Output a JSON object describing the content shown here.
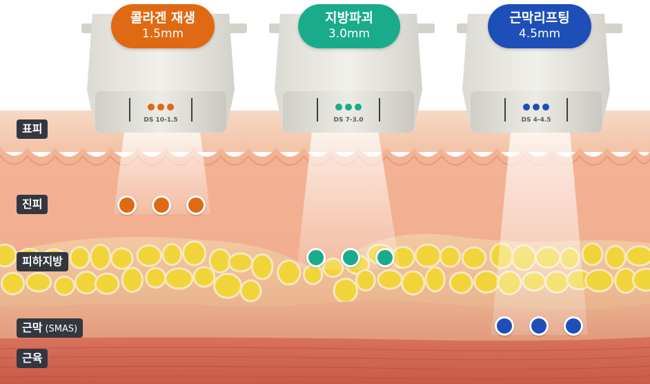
{
  "layers": [
    {
      "label": "표피",
      "sub": ""
    },
    {
      "label": "진피",
      "sub": ""
    },
    {
      "label": "피하지방",
      "sub": ""
    },
    {
      "label": "근막",
      "sub": "(SMAS)"
    },
    {
      "label": "근육",
      "sub": ""
    }
  ],
  "cartridges": [
    {
      "title": "콜라겐 재생",
      "depth": "1.5mm",
      "code": "DS 10-1.5",
      "color": "#e06914",
      "badge_color": "#e06914"
    },
    {
      "title": "지방파괴",
      "depth": "3.0mm",
      "code": "DS 7-3.0",
      "color": "#1aab8a",
      "badge_color": "#1aab8a"
    },
    {
      "title": "근막리프팅",
      "depth": "4.5mm",
      "code": "DS 4-4.5",
      "color": "#1e4fb8",
      "badge_color": "#1e4fb8"
    }
  ]
}
